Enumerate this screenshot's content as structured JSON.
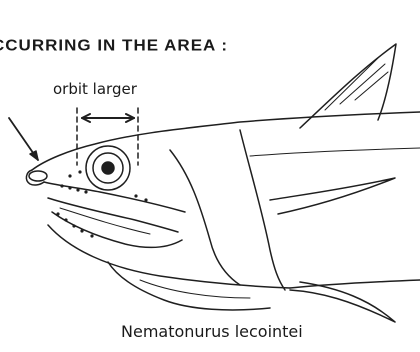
{
  "figure": {
    "heading": "CCURRING IN THE AREA :",
    "orbit_note": "orbit larger",
    "species_name": "Nematonurus lecointei"
  }
}
